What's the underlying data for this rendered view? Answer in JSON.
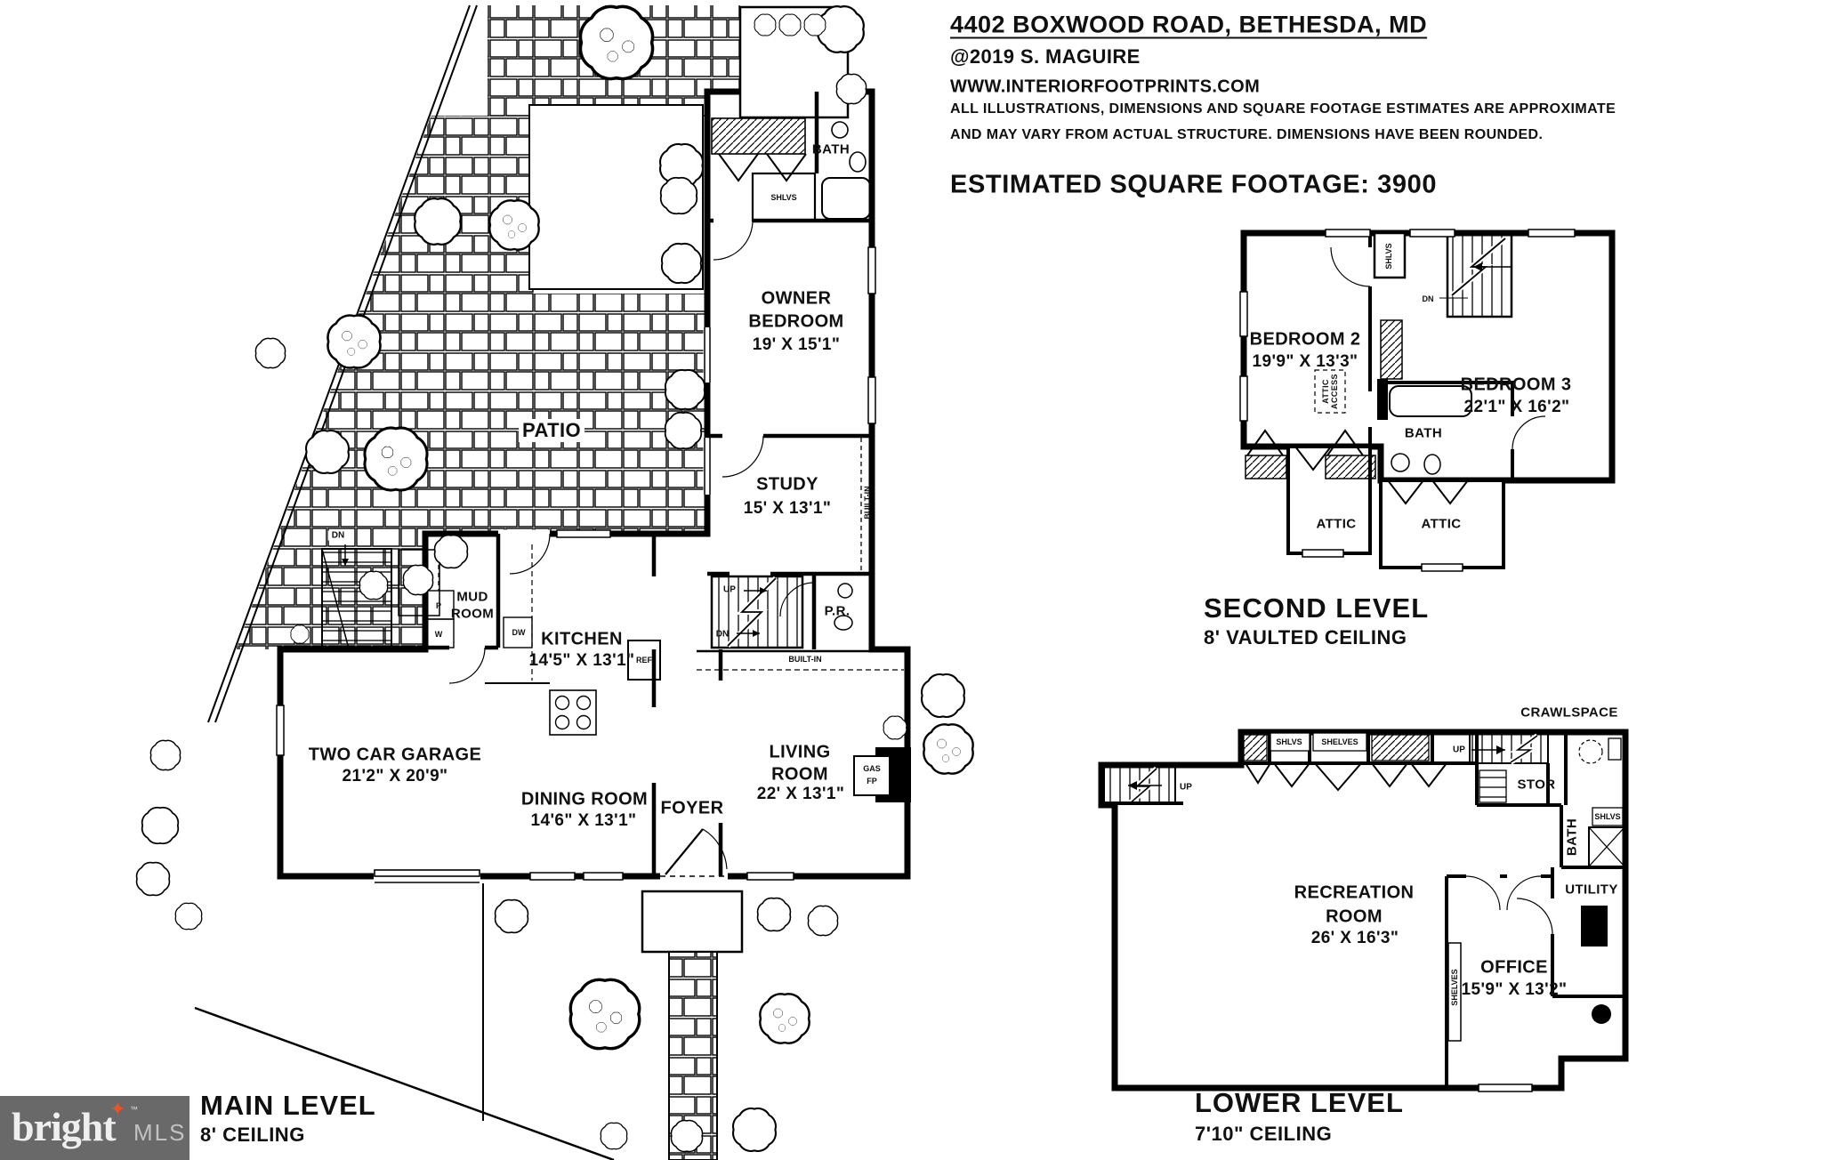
{
  "header": {
    "address": "4402 BOXWOOD ROAD, BETHESDA, MD",
    "copyright": "@2019 S. MAGUIRE",
    "website": "WWW.INTERIORFOOTPRINTS.COM",
    "disclaimer1": "ALL ILLUSTRATIONS, DIMENSIONS AND SQUARE FOOTAGE ESTIMATES ARE APPROXIMATE",
    "disclaimer2": "AND MAY VARY FROM ACTUAL STRUCTURE. DIMENSIONS HAVE BEEN ROUNDED.",
    "footage": "ESTIMATED SQUARE FOOTAGE: 3900"
  },
  "levels": {
    "main": {
      "title": "MAIN LEVEL",
      "ceiling": "8' CEILING"
    },
    "second": {
      "title": "SECOND LEVEL",
      "ceiling": "8' VAULTED CEILING"
    },
    "lower": {
      "title": "LOWER LEVEL",
      "ceiling": "7'10\" CEILING"
    }
  },
  "main_level": {
    "patio": "PATIO",
    "bath": "BATH",
    "shlvs_owner": "SHLVS",
    "owner1": "OWNER",
    "owner2": "BEDROOM",
    "owner_dims": "19' X 15'1\"",
    "study": "STUDY",
    "study_dims": "15' X 13'1\"",
    "built_in_v": "BUILT-IN",
    "dn_patio": "DN",
    "mud1": "MUD",
    "mud2": "ROOM",
    "p": "P",
    "w": "W",
    "dw": "DW",
    "ref": "REF",
    "kitchen": "KITCHEN",
    "kitchen_dims": "14'5\" X 13'1\"",
    "garage": "TWO CAR GARAGE",
    "garage_dims": "21'2\" X 20'9\"",
    "dining": "DINING ROOM",
    "dining_dims": "14'6\" X 13'1\"",
    "foyer": "FOYER",
    "living1": "LIVING",
    "living2": "ROOM",
    "living_dims": "22' X 13'1\"",
    "gas1": "GAS",
    "gas2": "FP",
    "up": "UP",
    "dn": "DN",
    "pr": "P.R.",
    "built_in_h": "BUILT-IN"
  },
  "second_level": {
    "bedroom2": "BEDROOM 2",
    "bedroom2_dims": "19'9\" X 13'3\"",
    "bedroom3": "BEDROOM 3",
    "bedroom3_dims": "22'1\" X 16'2\"",
    "bath": "BATH",
    "shlvs": "SHLVS",
    "dn": "DN",
    "attic_access1": "ATTIC",
    "attic_access2": "ACCESS",
    "attic_left": "ATTIC",
    "attic_right": "ATTIC"
  },
  "lower_level": {
    "crawlspace": "CRAWLSPACE",
    "shlvs_closet": "SHLVS",
    "shelves_closet": "SHELVES",
    "up_left": "UP",
    "up_right": "UP",
    "stor": "STOR",
    "bath_v": "BATH",
    "shlvs_right": "SHLVS",
    "utility": "UTILITY",
    "rec1": "RECREATION",
    "rec2": "ROOM",
    "rec_dims": "26' X 16'3\"",
    "shelves_v": "SHELVES",
    "office": "OFFICE",
    "office_dims": "15'9\" X 13'2\""
  },
  "logo": {
    "brand": "bright",
    "star": "✦",
    "tm": "™",
    "mls": "MLS"
  },
  "colors": {
    "ink": "#000000",
    "logo_gray": "#696969",
    "accent_orange": "#e8542a",
    "mls_gray": "#c2c2c2"
  }
}
